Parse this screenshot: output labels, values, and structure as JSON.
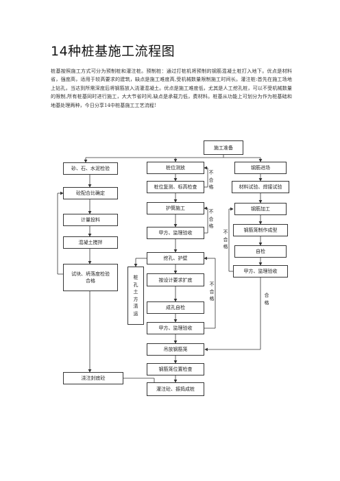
{
  "document": {
    "title": "14种桩基施工流程图",
    "intro": "桩基按照施工方式可分为预制桩和灌注桩。预制桩：通过打桩机将预制的钢筋混凝土桩打入地下。优点是材料省，强度高，适用于较高要求的建筑，缺点是施工难度高,受机械数量限制施工时间长。灌注桩:首先在施工场地上钻孔，当达到所需深度后将钢筋放入浇灌混凝土。优点是施工难度低，尤其是人工挖孔桩，可以不受机械数量的限制,所有桩基同时进行施工，大大节省时间,缺点是承载力低，费材料。桩基从功能上可划分为作为桩基础和地基处理两种，今日分享14中桩基施工工艺流程!"
  },
  "flowchart": {
    "top": "施工准备",
    "left_column": [
      "砂、石、水泥检验",
      "砼配合比确定",
      "计量投料",
      "混凝土搅拌",
      "试块、坍落度检验合格",
      "浇注封底砼"
    ],
    "center_column": [
      "桩位测放",
      "桩位复测、标高检查",
      "护筒施工",
      "甲方、监理验收",
      "挖孔、护壁",
      "按设计要求扩底",
      "成孔自检",
      "甲方、监理验收",
      "吊放钢筋笼",
      "钢筋笼位置检查",
      "灌注砼、振捣成桩"
    ],
    "right_column": [
      "钢筋进场",
      "材料试验、焊接试验",
      "钢筋加工",
      "钢筋笼制作成型",
      "自检",
      "甲方、监理验收"
    ],
    "side_label": "桩孔土方清运",
    "reject_label": "不合格",
    "qualified_label": "合格"
  }
}
